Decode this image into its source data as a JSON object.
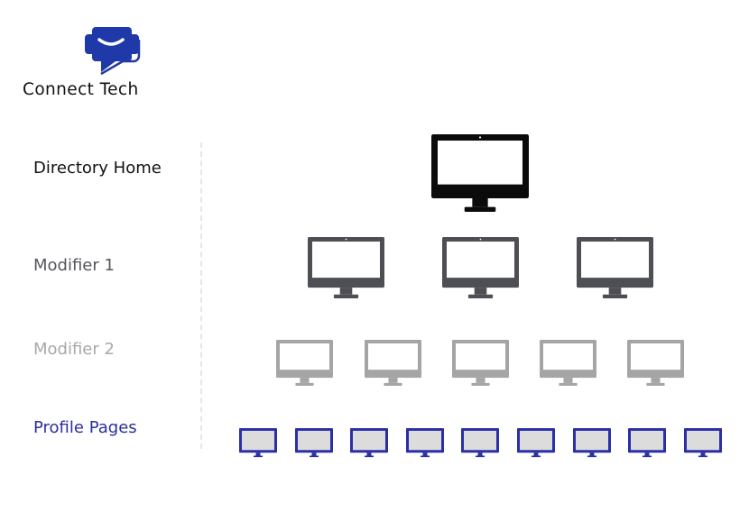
{
  "brand": {
    "name": "Connect Tech",
    "logo_icon": "chat-bubble-smile-icon",
    "color": "#1f3aa8"
  },
  "rows": [
    {
      "label": "Directory Home",
      "color": "#111111",
      "monitor_color": "#0b0b0b",
      "screen_color": "#ffffff",
      "count": 1
    },
    {
      "label": "Modifier 1",
      "color": "#55565b",
      "monitor_color": "#4e4f55",
      "screen_color": "#ffffff",
      "count": 3
    },
    {
      "label": "Modifier 2",
      "color": "#a8a8a8",
      "monitor_color": "#a5a5a5",
      "screen_color": "#ffffff",
      "count": 5
    },
    {
      "label": "Profile Pages",
      "color": "#2a2ea0",
      "monitor_color": "#2b2fa6",
      "screen_color": "#dcdcdc",
      "count": 9
    }
  ],
  "icon": "desktop-monitor-icon"
}
